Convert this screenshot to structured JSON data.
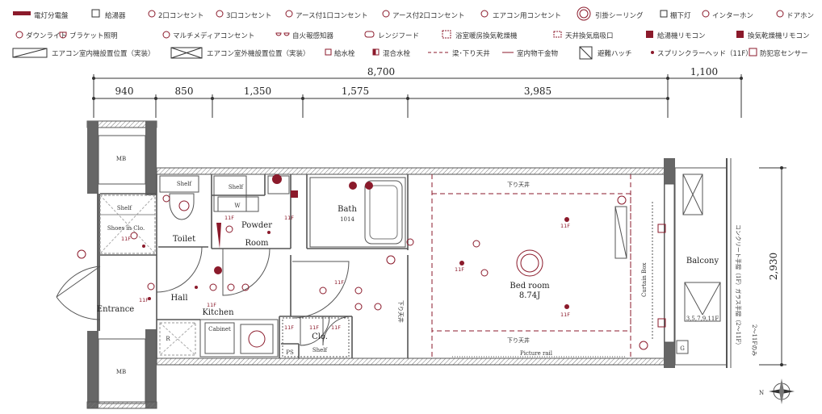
{
  "legend": {
    "row1": [
      "電灯分電盤",
      "給湯器",
      "2口コンセント",
      "3口コンセント",
      "アース付1口コンセント",
      "アース付2口コンセント",
      "エアコン用コンセント",
      "引掛シーリング",
      "棚下灯",
      "インターホン",
      "ドアホン"
    ],
    "row2": [
      "ダウンライト",
      "ブラケット照明",
      "マルチメディアコンセント",
      "自火報感知器",
      "レンジフード",
      "浴室暖房換気乾燥機",
      "天井換気扇吸口",
      "給湯機リモコン",
      "換気乾燥機リモコン"
    ],
    "row3": [
      "エアコン室内機設置位置（実装）",
      "エアコン室外機設置位置（実装）",
      "給水栓",
      "混合水栓",
      "梁･下り天井",
      "室内物干金物",
      "避難ハッチ",
      "スプリンクラーヘッド（11F）",
      "防犯窓センサー"
    ]
  },
  "dimensions": {
    "total": "8,700",
    "balcony": "1,100",
    "segments": [
      "940",
      "850",
      "1,350",
      "1,575",
      "3,985"
    ],
    "height": "2,930"
  },
  "rooms": {
    "mb": "MB",
    "shelf": "Shelf",
    "shoes": "Shoes in Clo.",
    "entrance": "Entrance",
    "toilet": "Toilet",
    "hall": "Hall",
    "powder": "Powder",
    "powder_room": "Room",
    "w": "W",
    "bath": "Bath",
    "bath_size": "1014",
    "kitchen": "Kitchen",
    "cabinet": "Cabinet",
    "r": "R",
    "clo": "Clo.",
    "ps": "PS",
    "bedroom": "Bed room",
    "bedroom_size": "8.74J",
    "balcony": "Balcony",
    "balcony_floors": "3,5,7,9,11F",
    "g": "G",
    "curtain_box": "Curtain Box",
    "picture_rail": "Picture rail",
    "dropped_ceiling": "下り天井",
    "eleven_f": "11F",
    "balcony_note": "コンクリート手摺（1F）ガラス手摺（2〜11F）",
    "balcony_note2": "2〜11Fのみ"
  },
  "colors": {
    "accent": "#8b1a2b",
    "wall": "#555555"
  }
}
